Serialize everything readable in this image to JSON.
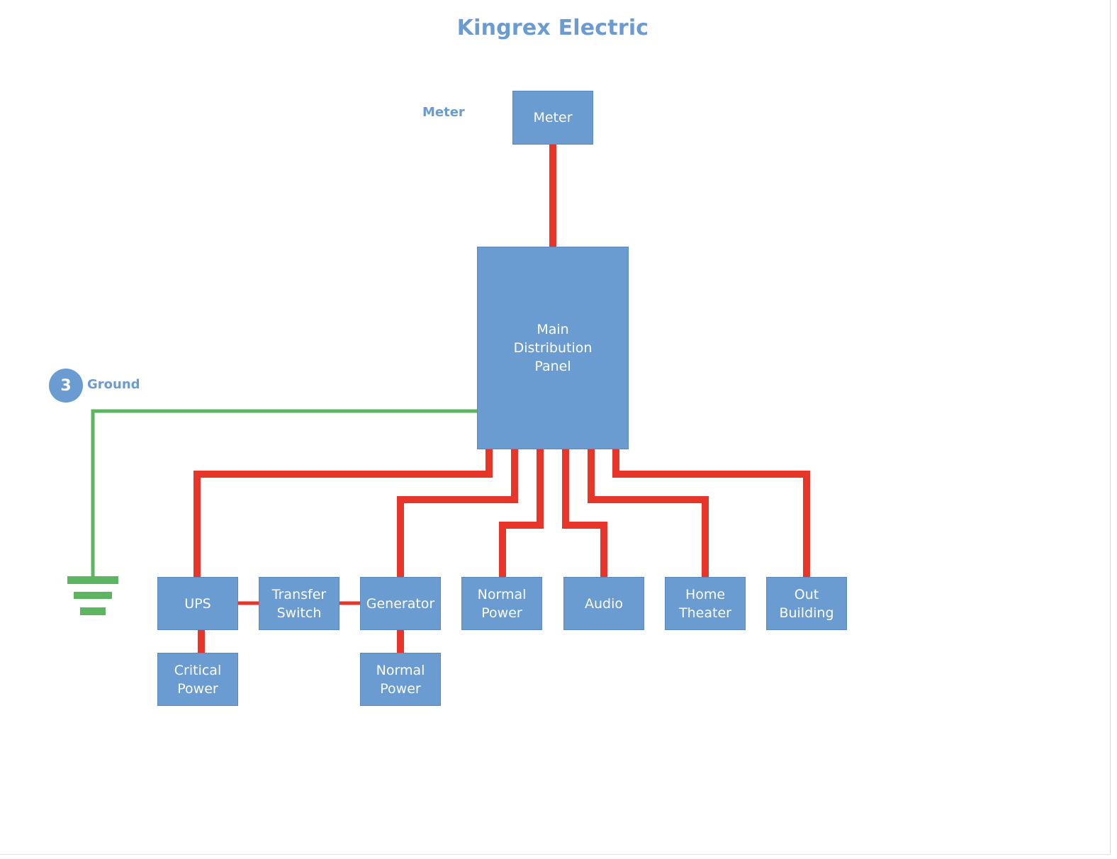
{
  "title": "Kingrex Electric",
  "labels": {
    "meter": "Meter",
    "ground": "Ground",
    "ground_badge": "3"
  },
  "nodes": {
    "meter": "Meter",
    "main_panel": "Main\nDistribution\nPanel",
    "ups": "UPS",
    "transfer_switch": "Transfer\nSwitch",
    "generator": "Generator",
    "normal_power_1": "Normal\nPower",
    "audio": "Audio",
    "home_theater": "Home\nTheater",
    "out_building": "Out\nBuilding",
    "critical_power": "Critical\nPower",
    "normal_power_2": "Normal\nPower"
  },
  "colors": {
    "box_fill": "#6a9bd1",
    "power_line": "#e8352a",
    "ground_line": "#5cb560",
    "text_accent": "#6a9bd1"
  }
}
